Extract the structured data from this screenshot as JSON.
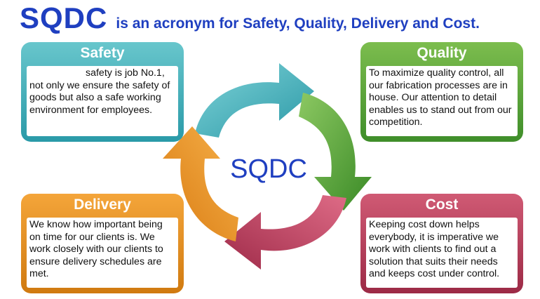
{
  "title": {
    "acronym": "SQDC",
    "rest": "is an acronym for Safety, Quality, Delivery and Cost."
  },
  "center_label": "SQDC",
  "colors": {
    "title": "#1f3fc0",
    "safety": "#3aa9b4",
    "quality": "#58a33a",
    "delivery": "#e28e1f",
    "cost": "#b83a59"
  },
  "cards": {
    "safety": {
      "heading": "Safety",
      "text": "safety is job No.1, not only we ensure the safety of goods but also a safe working environment for employees."
    },
    "quality": {
      "heading": "Quality",
      "text": "To maximize quality control, all our fabrication processes are in house. Our attention to detail enables us to stand out from our competition."
    },
    "delivery": {
      "heading": "Delivery",
      "text": "We know how important being on time for our clients is. We work closely with our clients to ensure delivery schedules are met."
    },
    "cost": {
      "heading": "Cost",
      "text": "Keeping cost down helps everybody, it is imperative we work with clients to find out a solution that suits their needs and keeps cost under control."
    }
  }
}
